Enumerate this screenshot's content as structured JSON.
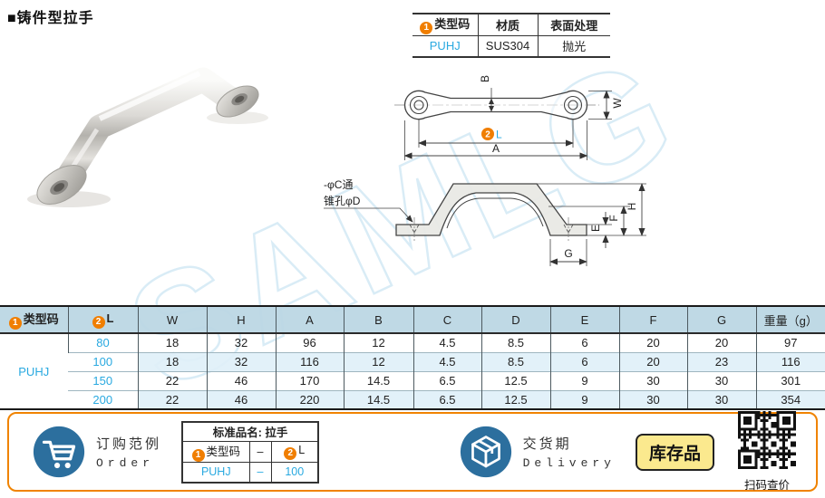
{
  "title": "■铸件型拉手",
  "spec_table": {
    "col1_num": "1",
    "col1": "类型码",
    "col2": "材质",
    "col3": "表面处理",
    "val1": "PUHJ",
    "val2": "SUS304",
    "val3": "抛光"
  },
  "drawing": {
    "top_view": {
      "dim_b": "B",
      "dim_w": "W",
      "dim_l_num": "2",
      "dim_l": "L",
      "dim_a": "A"
    },
    "side_view": {
      "note_line1": "-φC通",
      "note_line2": "锥孔φD",
      "dim_e": "E",
      "dim_f": "F",
      "dim_g": "G",
      "dim_h": "H"
    }
  },
  "main_table": {
    "h_type_num": "1",
    "h_type": "类型码",
    "h_l_num": "2",
    "h_l": "L",
    "headers": [
      "W",
      "H",
      "A",
      "B",
      "C",
      "D",
      "E",
      "F",
      "G",
      "重量（g）"
    ],
    "type_code": "PUHJ",
    "rows": [
      {
        "l": "80",
        "w": "18",
        "h": "32",
        "a": "96",
        "b": "12",
        "c": "4.5",
        "d": "8.5",
        "e": "6",
        "f": "20",
        "g": "20",
        "wt": "97"
      },
      {
        "l": "100",
        "w": "18",
        "h": "32",
        "a": "116",
        "b": "12",
        "c": "4.5",
        "d": "8.5",
        "e": "6",
        "f": "20",
        "g": "23",
        "wt": "116"
      },
      {
        "l": "150",
        "w": "22",
        "h": "46",
        "a": "170",
        "b": "14.5",
        "c": "6.5",
        "d": "12.5",
        "e": "9",
        "f": "30",
        "g": "30",
        "wt": "301"
      },
      {
        "l": "200",
        "w": "22",
        "h": "46",
        "a": "220",
        "b": "14.5",
        "c": "6.5",
        "d": "12.5",
        "e": "9",
        "f": "30",
        "g": "30",
        "wt": "354"
      }
    ]
  },
  "footer": {
    "order_cn": "订购范例",
    "order_en": "Order",
    "order_table": {
      "title": "标准品名: 拉手",
      "c1_num": "1",
      "c1": "类型码",
      "dash": "–",
      "c2_num": "2",
      "c2": "L",
      "v1": "PUHJ",
      "vdash": "–",
      "v2": "100"
    },
    "delivery_cn": "交货期",
    "delivery_en": "Delivery",
    "stock_badge": "库存品",
    "qr_caption": "扫码查价"
  },
  "colors": {
    "accent_orange": "#f08300",
    "link_blue": "#29a9e0",
    "header_blue": "#bcd6e2",
    "row_alt_blue": "#dff0f8",
    "badge_yellow": "#fbe98e",
    "icon_blue": "#2c6f9e"
  }
}
